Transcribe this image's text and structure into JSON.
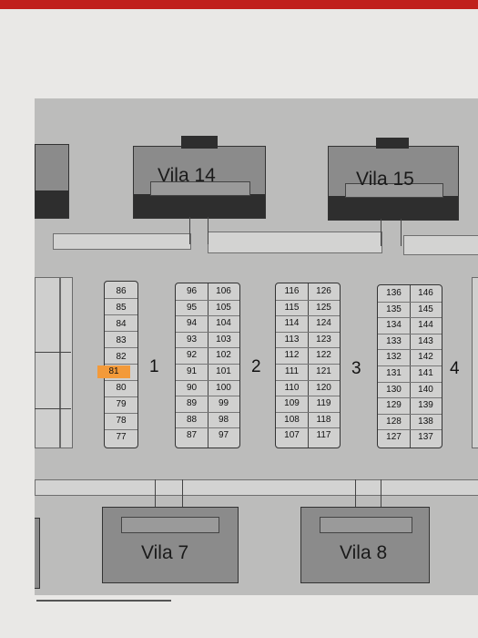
{
  "villas": [
    {
      "id": "vila-14",
      "label": "Vila 14"
    },
    {
      "id": "vila-15",
      "label": "Vila 15"
    },
    {
      "id": "vila-7",
      "label": "Vila 7"
    },
    {
      "id": "vila-8",
      "label": "Vila 8"
    }
  ],
  "blocks": [
    {
      "label": "1",
      "col1": [
        "86",
        "85",
        "84",
        "83",
        "82",
        "81",
        "80",
        "79",
        "78",
        "77"
      ],
      "col2": []
    },
    {
      "label": "2",
      "col1": [
        "96",
        "95",
        "94",
        "93",
        "92",
        "91",
        "90",
        "89",
        "88",
        "87"
      ],
      "col2": [
        "106",
        "105",
        "104",
        "103",
        "102",
        "101",
        "100",
        "99",
        "98",
        "97"
      ]
    },
    {
      "label": "3",
      "col1": [
        "116",
        "115",
        "114",
        "113",
        "112",
        "111",
        "110",
        "109",
        "108",
        "107"
      ],
      "col2": [
        "126",
        "125",
        "124",
        "123",
        "122",
        "121",
        "120",
        "119",
        "118",
        "117"
      ]
    },
    {
      "label": "4",
      "col1": [
        "136",
        "135",
        "134",
        "133",
        "132",
        "131",
        "130",
        "129",
        "128",
        "127"
      ],
      "col2": [
        "146",
        "145",
        "144",
        "143",
        "142",
        "141",
        "140",
        "139",
        "138",
        "137"
      ]
    }
  ],
  "highlighted_space": "81",
  "colors": {
    "highlight": "#f39a3a",
    "building": "#8b8b8b",
    "roof_dark": "#2e2e2e"
  }
}
